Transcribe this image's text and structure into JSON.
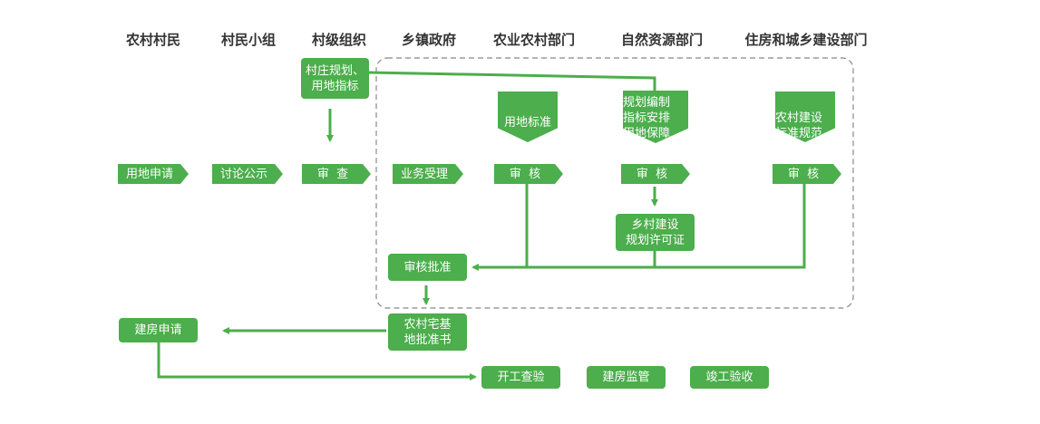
{
  "headers": [
    "农村村民",
    "村民小组",
    "村级组织",
    "乡镇政府",
    "农业农村部门",
    "自然资源部门",
    "住房和城乡建设部门"
  ],
  "nodes": {
    "plan_index": [
      "村庄规划、",
      "用地指标"
    ],
    "apply_land": "用地申请",
    "discuss": "讨论公示",
    "review": "审  查",
    "accept": "业务受理",
    "land_std": "用地标准",
    "agri_audit": "审  核",
    "plan_compile": [
      "规划编制",
      "指标安排",
      "用地保障"
    ],
    "nr_audit": "审  核",
    "rural_std": [
      "农村建设",
      "标准规范"
    ],
    "hc_audit": "审  核",
    "permit": [
      "乡村建设",
      "规划许可证"
    ],
    "approve": "审核批准",
    "homestead": [
      "农村宅基",
      "地批准书"
    ],
    "build_apply": "建房申请",
    "start_check": "开工查验",
    "supervise": "建房监管",
    "completion": "竣工验收"
  },
  "colors": {
    "node": "#4cae4c",
    "line": "#4cae4c",
    "dash": "#888888",
    "header": "#333333"
  }
}
